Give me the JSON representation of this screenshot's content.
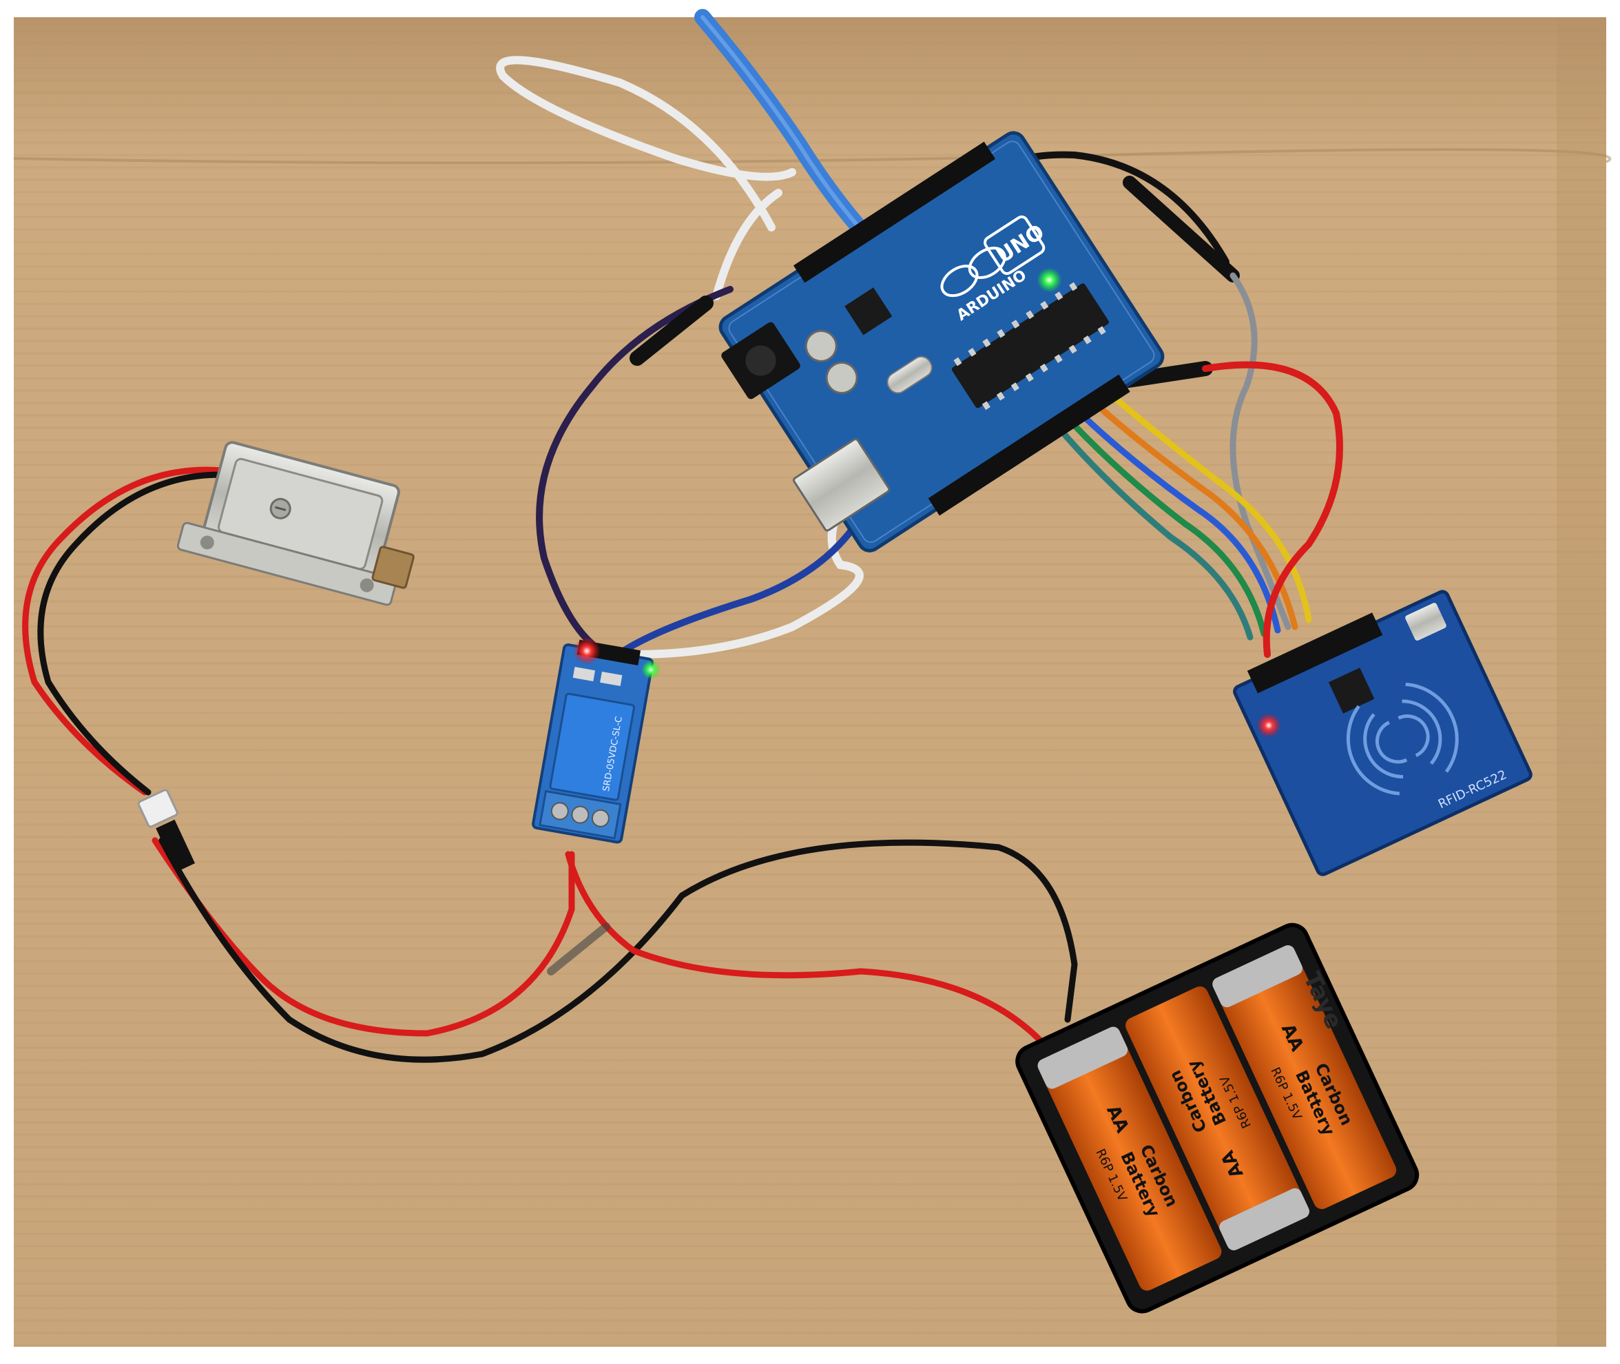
{
  "photo": {
    "colors": {
      "cardboard": "#c9a77c",
      "cardboard_dark": "#b8946a",
      "pcb_blue": "#1f5fa8",
      "relay_blue": "#2a6fc4",
      "battery_orange": "#e8620f",
      "battery_black": "#151515",
      "wire_red": "#d81b1b",
      "wire_black": "#111111",
      "wire_white": "#e8e8e8",
      "usb_cable": "#3b7fd8"
    },
    "arduino": {
      "brand": "ARDUINO",
      "model": "UNO"
    },
    "relay_module": {
      "part_number": "SRD-05VDC-SL-C"
    },
    "rfid_module": {
      "label": "RFID-RC522"
    },
    "batteries": [
      {
        "size": "AA",
        "line1": "Carbon",
        "line2": "Battery",
        "rating": "R6P 1.5V"
      },
      {
        "size": "AA",
        "line1": "Carbon",
        "line2": "Battery",
        "rating": "R6P 1.5V"
      },
      {
        "size": "AA",
        "line1": "Carbon",
        "line2": "Battery",
        "rating": "R6P 1.5V"
      }
    ],
    "holder_brand": "Taye"
  }
}
